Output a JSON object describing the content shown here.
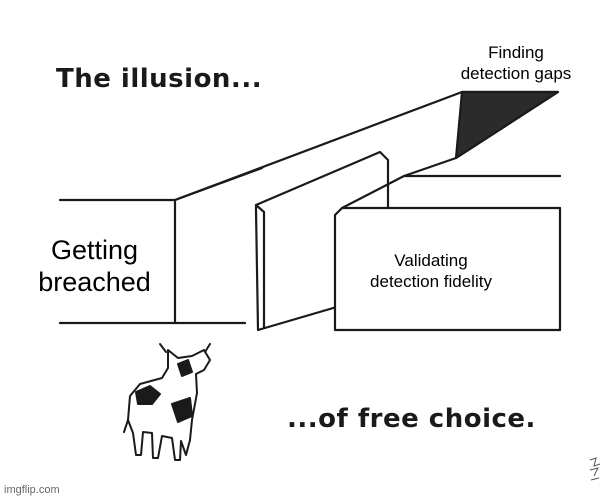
{
  "meme": {
    "title": "The illusion...",
    "subtitle": "...of free choice.",
    "labels": {
      "top_right": "Finding\ndetection gaps",
      "left": "Getting\nbreached",
      "right": "Validating\ndetection fidelity"
    },
    "watermark": "imgflip.com"
  }
}
